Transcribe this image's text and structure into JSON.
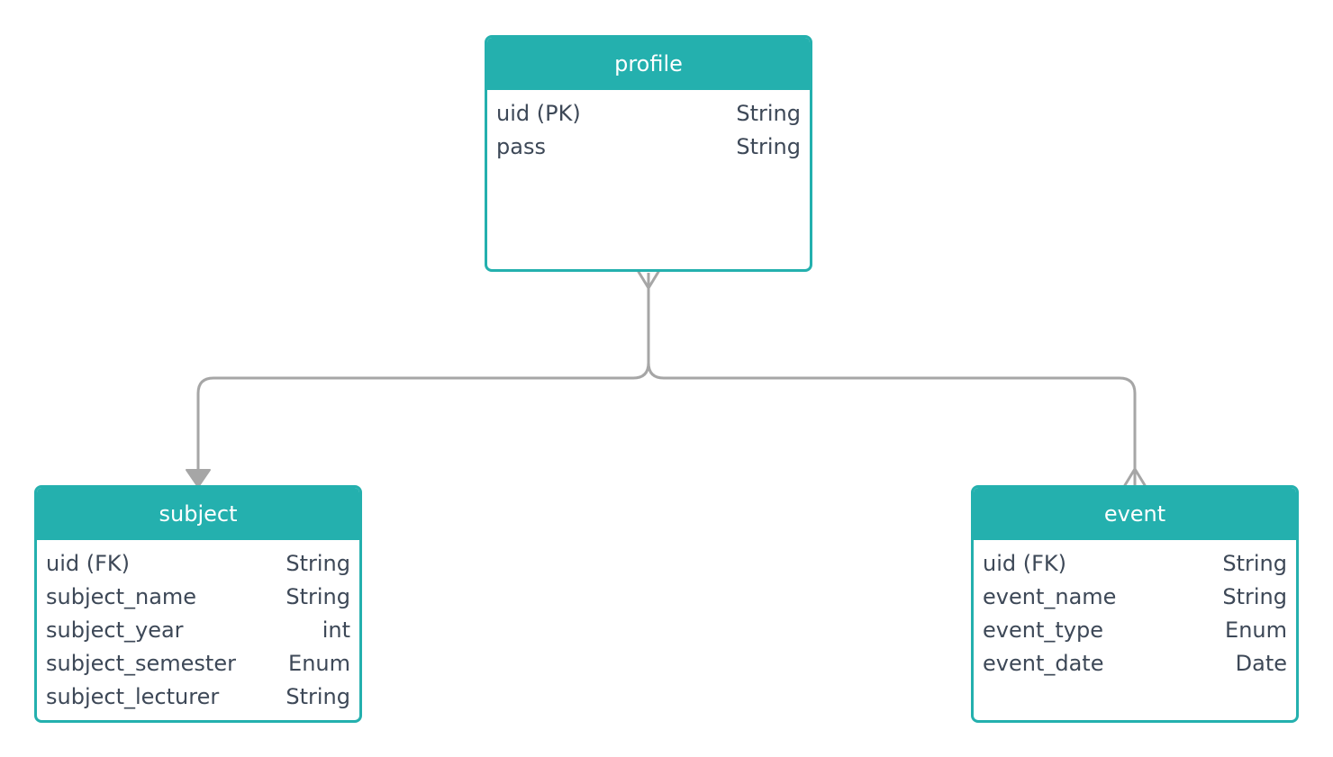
{
  "colors": {
    "entity_accent": "#24b0ae",
    "header_text": "#ffffff",
    "field_text": "#3d4857",
    "connector": "#a6a6a6"
  },
  "entities": {
    "profile": {
      "name": "profile",
      "fields": [
        {
          "name": "uid (PK)",
          "type": "String"
        },
        {
          "name": "pass",
          "type": "String"
        }
      ]
    },
    "subject": {
      "name": "subject",
      "fields": [
        {
          "name": "uid (FK)",
          "type": "String"
        },
        {
          "name": "subject_name",
          "type": "String"
        },
        {
          "name": "subject_year",
          "type": "int"
        },
        {
          "name": "subject_semester",
          "type": "Enum"
        },
        {
          "name": "subject_lecturer",
          "type": "String"
        }
      ]
    },
    "event": {
      "name": "event",
      "fields": [
        {
          "name": "uid (FK)",
          "type": "String"
        },
        {
          "name": "event_name",
          "type": "String"
        },
        {
          "name": "event_type",
          "type": "Enum"
        },
        {
          "name": "event_date",
          "type": "Date"
        }
      ]
    }
  },
  "relationships": [
    {
      "from": "profile",
      "to": "subject",
      "from_end": "crow-foot-many-icon",
      "to_end": "filled-arrow-icon"
    },
    {
      "from": "profile",
      "to": "event",
      "from_end": "crow-foot-many-icon",
      "to_end": "crow-foot-many-icon"
    }
  ]
}
